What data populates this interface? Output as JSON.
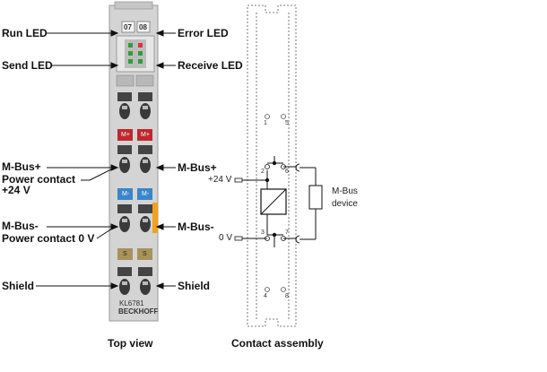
{
  "left_labels": {
    "run_led": "Run LED",
    "send_led": "Send LED",
    "mbus_plus": "M-Bus+",
    "power_contact_24_line1": "Power contact",
    "power_contact_24_line2": "+24 V",
    "mbus_minus": "M-Bus-",
    "power_contact_0v": "Power contact 0 V",
    "shield": "Shield"
  },
  "right_labels": {
    "error_led": "Error LED",
    "receive_led": "Receive LED",
    "mbus_plus": "M-Bus+",
    "mbus_minus": "M-Bus-",
    "shield": "Shield"
  },
  "terminal": {
    "channel_a": "07",
    "channel_b": "08",
    "mplus_a": "M+",
    "mplus_b": "M+",
    "mminus_a": "M-",
    "mminus_b": "M-",
    "shield_a": "S",
    "shield_b": "S",
    "model": "KL6781",
    "brand": "BECKHOFF",
    "colors": {
      "body": "#d4d4d4",
      "mplus": "#c0272d",
      "mminus": "#3a86c8",
      "shield": "#a8925a",
      "orange_tab": "#f0a21e"
    }
  },
  "captions": {
    "top_view": "Top view",
    "contact_assembly": "Contact assembly"
  },
  "contact": {
    "v24": "+24 V",
    "v0": "0 V",
    "device_line1": "M-Bus",
    "device_line2": "device",
    "pin1": "1",
    "pin5": "5",
    "pin2": "2",
    "pin6": "6",
    "pin3": "3",
    "pin7": "7",
    "pin4": "4",
    "pin8": "8"
  }
}
